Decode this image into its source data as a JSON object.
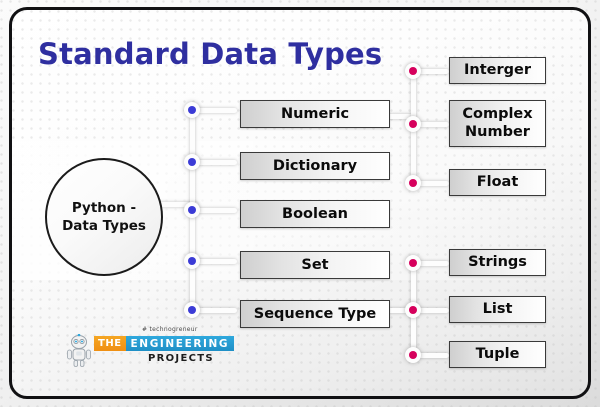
{
  "slide": {
    "title": "Standard Data Types",
    "title_color": "#2f2fa0",
    "root": {
      "label_line1": "Python -",
      "label_line2": "Data Types"
    },
    "level1": [
      {
        "label": "Numeric",
        "dot_color": "#3b3bd6"
      },
      {
        "label": "Dictionary",
        "dot_color": "#3b3bd6"
      },
      {
        "label": "Boolean",
        "dot_color": "#3b3bd6"
      },
      {
        "label": "Set",
        "dot_color": "#3b3bd6"
      },
      {
        "label": "Sequence Type",
        "dot_color": "#3b3bd6"
      }
    ],
    "numeric_children": [
      {
        "label": "Interger",
        "dot_color": "#d6005c"
      },
      {
        "label_line1": "Complex",
        "label_line2": "Number",
        "dot_color": "#d6005c"
      },
      {
        "label": "Float",
        "dot_color": "#d6005c"
      }
    ],
    "sequence_children": [
      {
        "label": "Strings",
        "dot_color": "#d6005c"
      },
      {
        "label": "List",
        "dot_color": "#d6005c"
      },
      {
        "label": "Tuple",
        "dot_color": "#d6005c"
      }
    ]
  },
  "logo": {
    "tagline": "# technogreneur",
    "the": "THE",
    "engineering": "ENGINEERING",
    "projects": "PROJECTS",
    "orange": "#ef8f13",
    "blue": "#1f8fc6"
  }
}
